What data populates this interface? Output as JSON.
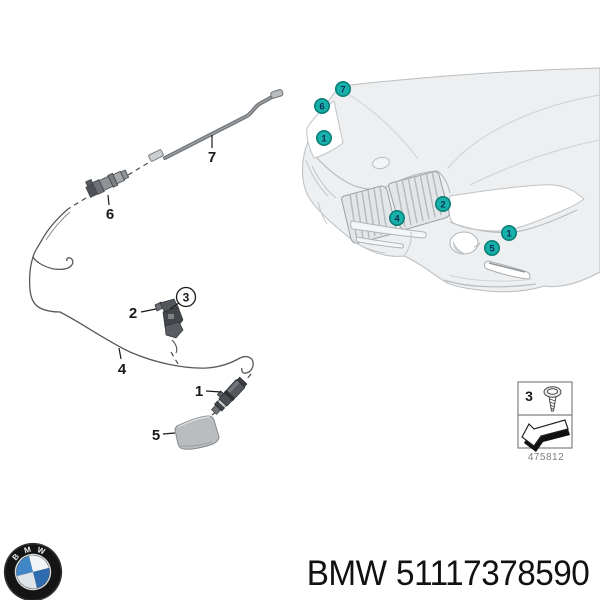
{
  "caption": {
    "brand": "BMW",
    "part_number": "51117378590"
  },
  "logo": {
    "letters": [
      "B",
      "M",
      "W"
    ],
    "blue": "#4187c7",
    "ring": "#141414"
  },
  "legend": {
    "item_number": "3",
    "diagram_code": "475812"
  },
  "diagram": {
    "part_labels": {
      "p1": "1",
      "p2": "2",
      "p3": "3",
      "p4": "4",
      "p5": "5",
      "p6": "6",
      "p7": "7"
    },
    "car_callouts": [
      {
        "n": "7"
      },
      {
        "n": "6"
      },
      {
        "n": "1"
      },
      {
        "n": "2"
      },
      {
        "n": "4"
      },
      {
        "n": "1"
      },
      {
        "n": "5"
      }
    ],
    "callout_fill": "#16b1a8",
    "callout_ring": "#0b7e78",
    "callout_text_color": "#0e2f5a"
  }
}
